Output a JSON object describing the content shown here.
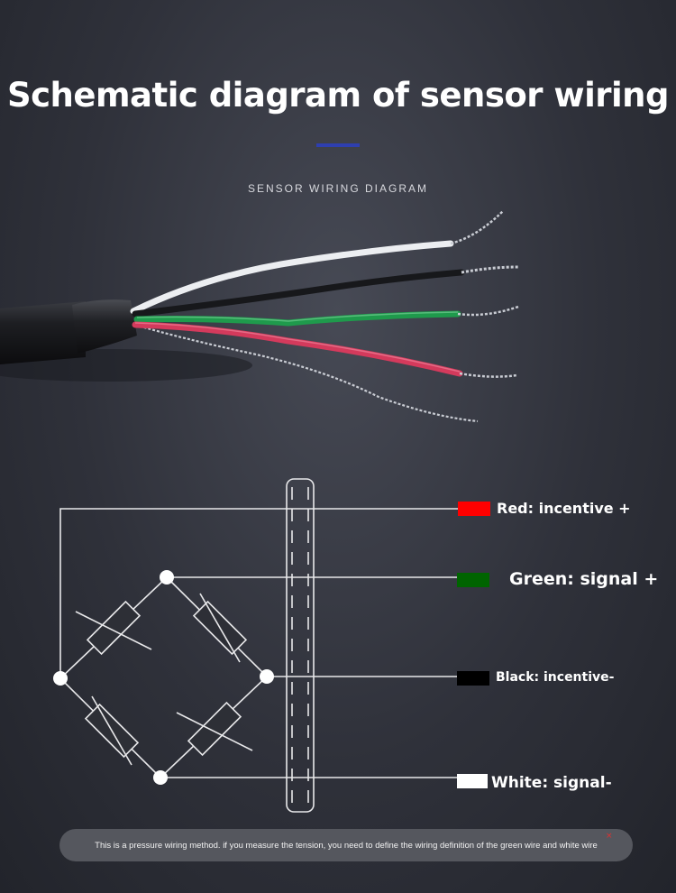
{
  "header": {
    "title": "Schematic diagram of sensor wiring",
    "subtitle": "SENSOR WIRING DIAGRAM"
  },
  "wires": [
    {
      "label": "Red: incentive +",
      "color": "#ff0000"
    },
    {
      "label": "Green: signal +",
      "color": "#006400"
    },
    {
      "label": "Black: incentive-",
      "color": "#000000"
    },
    {
      "label": "White: signal-",
      "color": "#ffffff"
    }
  ],
  "note": {
    "text": "This is a pressure wiring method. if you measure the tension, you need to define the wiring definition of the green wire and white wire",
    "mark": "×"
  },
  "colors": {
    "accent": "#2e3fb0",
    "line": "#e8e8ea"
  }
}
